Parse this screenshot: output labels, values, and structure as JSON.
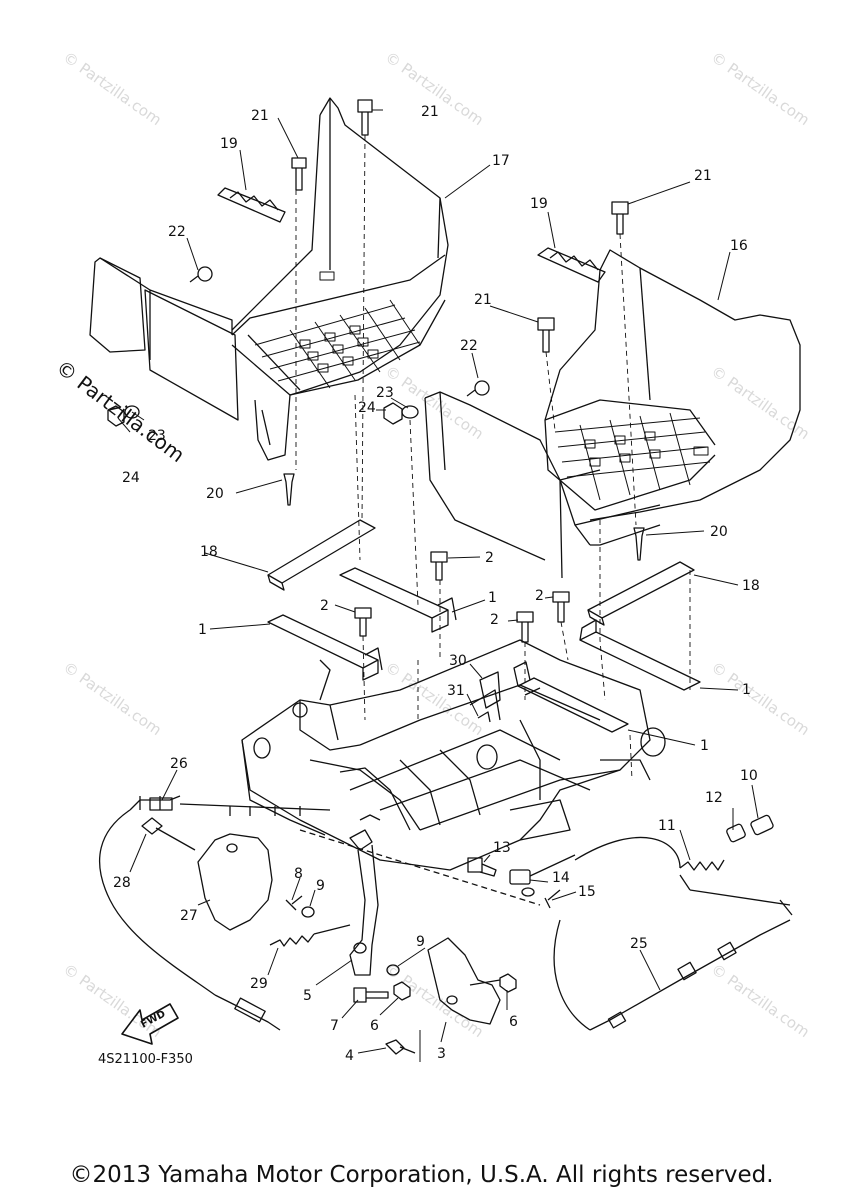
{
  "watermark": "© Partzilla.com",
  "brand_watermark": "© Partzilla.com",
  "diagram_code": "4S21100-F350",
  "fwd_label": "FWD",
  "copyright": "©2013 Yamaha Motor Corporation, U.S.A. All rights reserved.",
  "callouts": [
    "1",
    "2",
    "3",
    "4",
    "5",
    "6",
    "7",
    "8",
    "9",
    "10",
    "11",
    "12",
    "13",
    "14",
    "15",
    "16",
    "17",
    "18",
    "19",
    "20",
    "21",
    "22",
    "23",
    "24",
    "25",
    "26",
    "27",
    "28",
    "29",
    "30",
    "31"
  ]
}
